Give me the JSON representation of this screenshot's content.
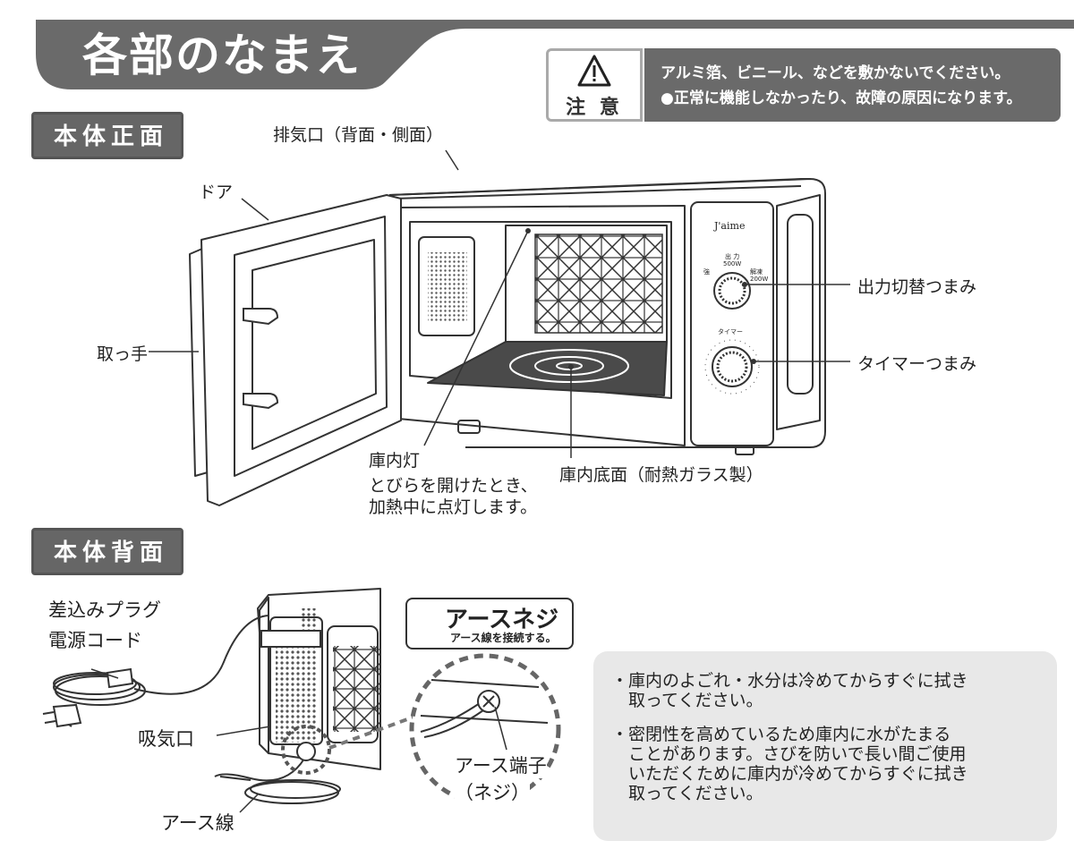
{
  "title": "各部のなまえ",
  "caution": {
    "label": "注 意",
    "icon": "warning-triangle-icon",
    "line1": "アルミ箔、ビニール、などを敷かないでください。",
    "line2": "●正常に機能しなかったり、故障の原因になります。"
  },
  "front": {
    "section_label": "本体正面",
    "brand": "J'aime",
    "labels": {
      "exhaust": "排気口（背面・側面）",
      "door": "ドア",
      "handle": "取っ手",
      "power_knob": "出力切替つまみ",
      "timer_knob": "タイマーつまみ",
      "lamp": "庫内灯",
      "lamp_note_1": "とびらを開けたとき、",
      "lamp_note_2": "加熱中に点灯します。",
      "floor": "庫内底面（耐熱ガラス製）"
    },
    "panel": {
      "output_label": "出 力",
      "output_500": "500W",
      "output_200": "200W",
      "strong": "強",
      "defrost": "解凍",
      "timer_label": "タイマー"
    }
  },
  "back": {
    "section_label": "本体背面",
    "labels": {
      "plug": "差込みプラグ",
      "cord": "電源コード",
      "intake": "吸気口",
      "earth_wire": "アース線",
      "earth_terminal": "アース端子",
      "screw_paren": "（ネジ）"
    },
    "earth_badge": {
      "icon": "ground-symbol-icon",
      "title": "アースネジ",
      "subtitle": "アース線を接続する。"
    }
  },
  "notes": [
    "・庫内のよごれ・水分は冷めてからすぐに拭き\n　取ってください。",
    "・密閉性を高めているため庫内に水がたまる\n　ことがあります。さびを防いで長い間ご使用\n　いただくために庫内が冷めてからすぐに拭き\n　取ってください。"
  ]
}
